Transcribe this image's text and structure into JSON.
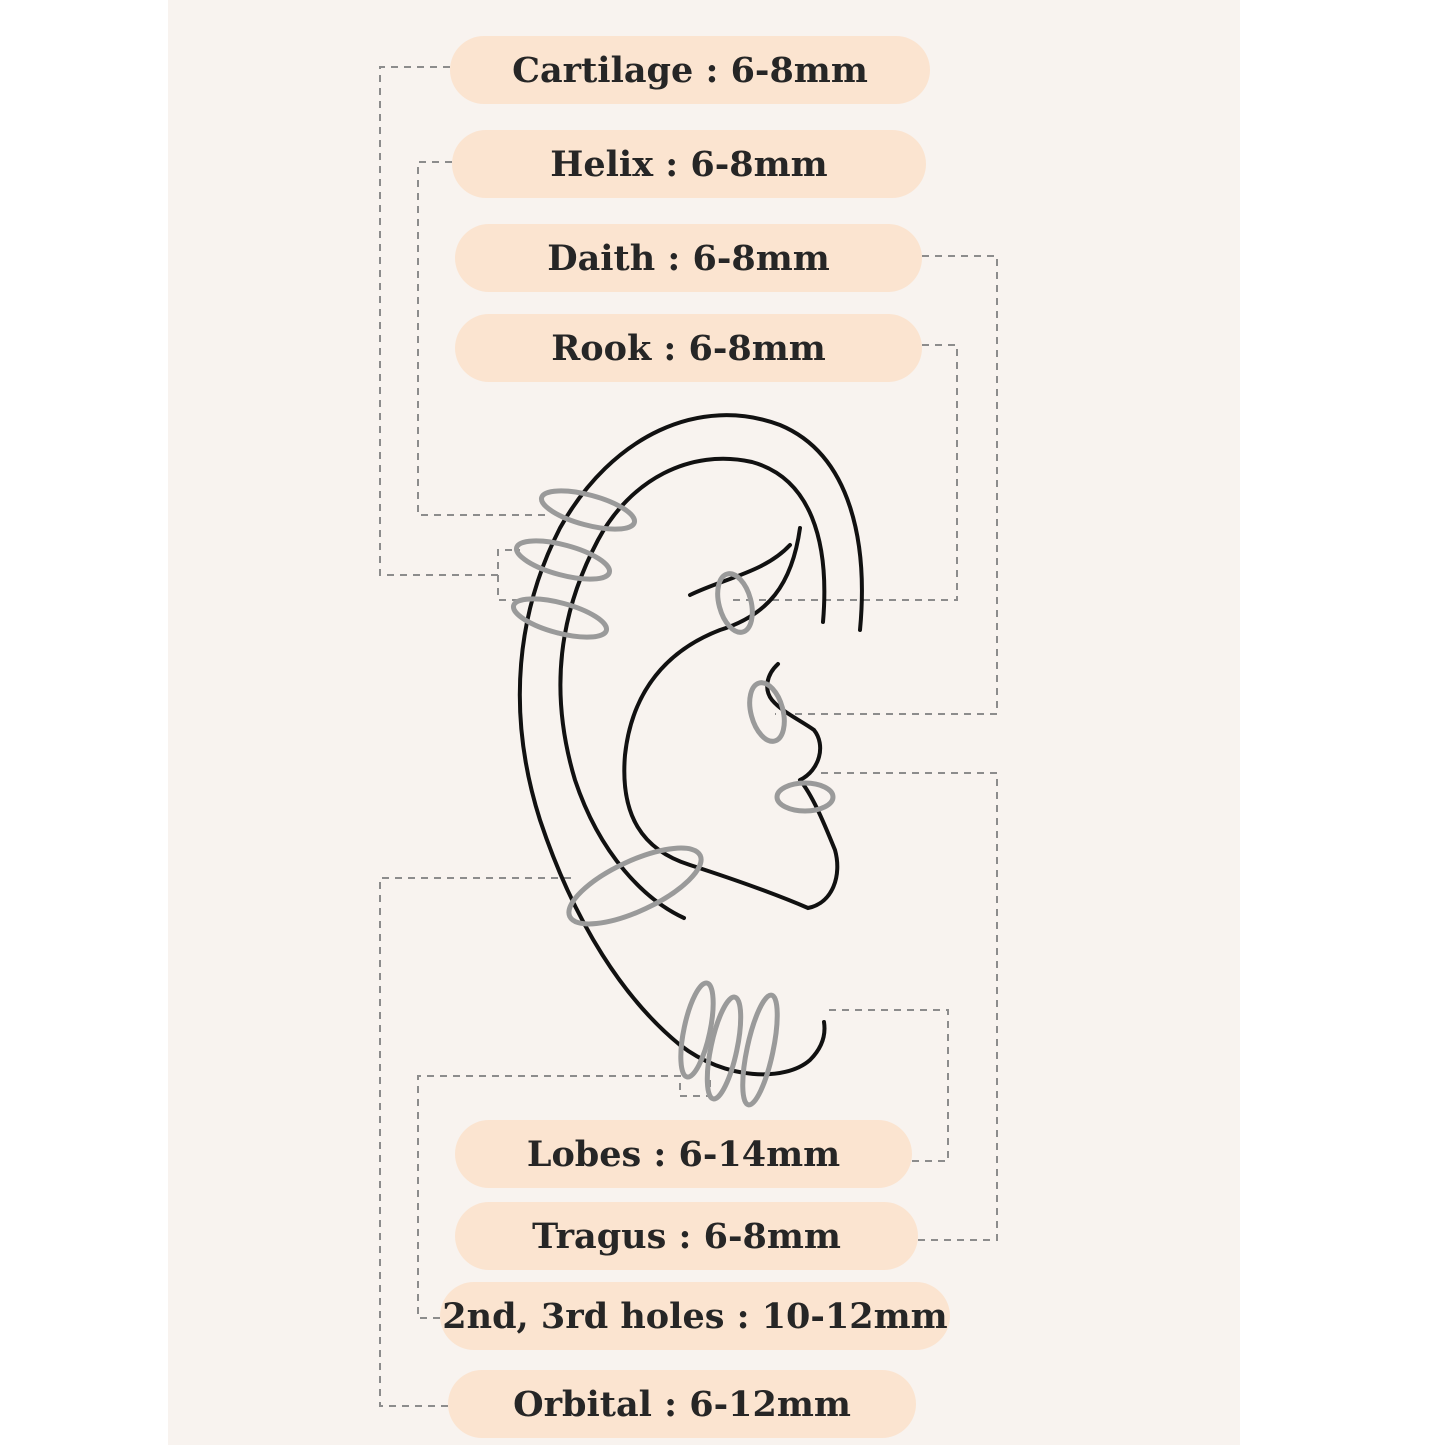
{
  "labels": {
    "cartilage": "Cartilage : 6-8mm",
    "helix": "Helix : 6-8mm",
    "daith": "Daith : 6-8mm",
    "rook": "Rook : 6-8mm",
    "lobes": "Lobes : 6-14mm",
    "tragus": "Tragus : 6-8mm",
    "holes": "2nd, 3rd holes : 10-12mm",
    "orbital": "Orbital : 6-12mm"
  },
  "colors": {
    "background": "#f8f3ef",
    "label_fill": "#fbe4d0",
    "line": "#111111",
    "ring": "#9a9a9a",
    "leader": "#8c8c8c"
  }
}
